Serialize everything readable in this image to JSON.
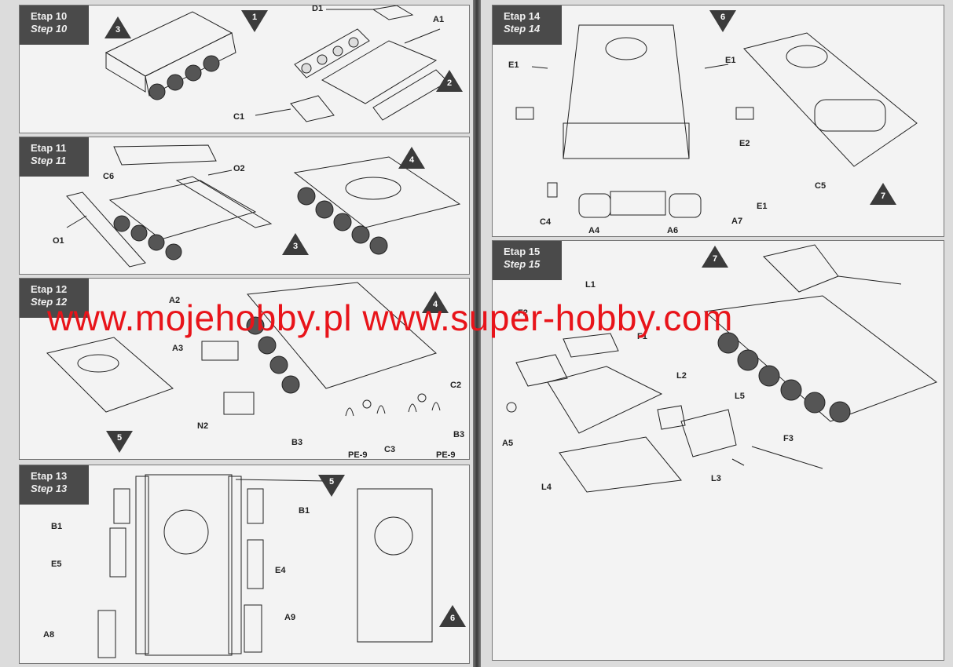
{
  "watermark": "www.mojehobby.pl www.super-hobby.com",
  "steps": [
    {
      "id": "10",
      "pl": "Etap 10",
      "en": "Step 10",
      "badges": [
        "3",
        "1",
        "2"
      ],
      "labels": [
        "D1",
        "A1",
        "C1"
      ]
    },
    {
      "id": "11",
      "pl": "Etap 11",
      "en": "Step 11",
      "badges": [
        "4",
        "3"
      ],
      "labels": [
        "C6",
        "O2",
        "O1"
      ]
    },
    {
      "id": "12",
      "pl": "Etap 12",
      "en": "Step 12",
      "badges": [
        "4",
        "5"
      ],
      "labels": [
        "A2",
        "A3",
        "N2",
        "C2",
        "B3",
        "B3",
        "C3",
        "PE-9",
        "PE-9"
      ]
    },
    {
      "id": "13",
      "pl": "Etap 13",
      "en": "Step 13",
      "badges": [
        "5",
        "6"
      ],
      "labels": [
        "B1",
        "B1",
        "E5",
        "E4",
        "A8",
        "A9"
      ]
    },
    {
      "id": "14",
      "pl": "Etap 14",
      "en": "Step 14",
      "badges": [
        "6",
        "7"
      ],
      "labels": [
        "E1",
        "E1",
        "E2",
        "C5",
        "E1",
        "C4",
        "A4",
        "A6",
        "A7"
      ]
    },
    {
      "id": "15",
      "pl": "Etap 15",
      "en": "Step 15",
      "badges": [
        "7"
      ],
      "labels": [
        "L1",
        "F1",
        "F2",
        "L2",
        "L5",
        "A5",
        "F3",
        "L4",
        "L3"
      ]
    }
  ],
  "colors": {
    "watermark": "#e8141a",
    "header": "#4a4a4a",
    "badge": "#3b3b3b"
  }
}
